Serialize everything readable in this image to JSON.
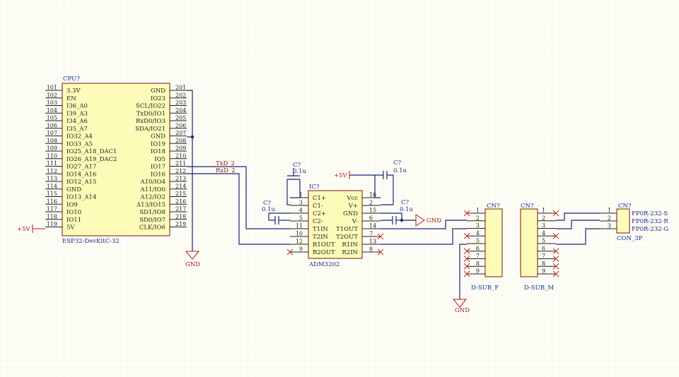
{
  "cpu": {
    "ref": "CPU?",
    "value": "ESP32-DevKitC-32",
    "left_pins": [
      {
        "num": "101",
        "name": "3.3V"
      },
      {
        "num": "102",
        "name": "EN"
      },
      {
        "num": "103",
        "name": "I36_A0"
      },
      {
        "num": "104",
        "name": "I39_A3"
      },
      {
        "num": "105",
        "name": "I34_A6"
      },
      {
        "num": "106",
        "name": "I35_A7"
      },
      {
        "num": "107",
        "name": "IO32_A4"
      },
      {
        "num": "108",
        "name": "IO33_A5"
      },
      {
        "num": "109",
        "name": "IO25_A18_DAC1"
      },
      {
        "num": "110",
        "name": "IO26_A19_DAC2"
      },
      {
        "num": "111",
        "name": "IO27_A17"
      },
      {
        "num": "112",
        "name": "IO14_A16"
      },
      {
        "num": "113",
        "name": "IO12_A15"
      },
      {
        "num": "114",
        "name": "GND"
      },
      {
        "num": "115",
        "name": "IO13_A14"
      },
      {
        "num": "116",
        "name": "IO9"
      },
      {
        "num": "117",
        "name": "IO10"
      },
      {
        "num": "118",
        "name": "IO11"
      },
      {
        "num": "119",
        "name": "5V"
      }
    ],
    "right_pins": [
      {
        "num": "201",
        "name": "GND"
      },
      {
        "num": "202",
        "name": "IO23"
      },
      {
        "num": "203",
        "name": "SCL/IO22"
      },
      {
        "num": "204",
        "name": "TxD0/IO1"
      },
      {
        "num": "205",
        "name": "RxD0/IO3"
      },
      {
        "num": "206",
        "name": "SDA/IO21"
      },
      {
        "num": "207",
        "name": "GND"
      },
      {
        "num": "208",
        "name": "IO19"
      },
      {
        "num": "209",
        "name": "IO18"
      },
      {
        "num": "210",
        "name": "IO5"
      },
      {
        "num": "211",
        "name": "IO17"
      },
      {
        "num": "212",
        "name": "IO16"
      },
      {
        "num": "213",
        "name": "A10/IO4"
      },
      {
        "num": "214",
        "name": "A11/IO0"
      },
      {
        "num": "215",
        "name": "A12/IO2"
      },
      {
        "num": "216",
        "name": "A13/IO15"
      },
      {
        "num": "217",
        "name": "SD1/IO8"
      },
      {
        "num": "218",
        "name": "SD0/IO7"
      },
      {
        "num": "219",
        "name": "CLK/IO6"
      }
    ]
  },
  "ic": {
    "ref": "IC?",
    "value": "ADM3202",
    "left_pins": [
      {
        "num": "1",
        "name": "C1+"
      },
      {
        "num": "3",
        "name": "C1-"
      },
      {
        "num": "4",
        "name": "C2+"
      },
      {
        "num": "5",
        "name": "C2-"
      },
      {
        "num": "11",
        "name": "T1IN"
      },
      {
        "num": "10",
        "name": "T2IN"
      },
      {
        "num": "12",
        "name": "R1OUT"
      },
      {
        "num": "9",
        "name": "R2OUT"
      }
    ],
    "right_pins": [
      {
        "num": "16",
        "name": "Vcc"
      },
      {
        "num": "2",
        "name": "V+"
      },
      {
        "num": "15",
        "name": "GND"
      },
      {
        "num": "6",
        "name": "V-"
      },
      {
        "num": "14",
        "name": "T1OUT"
      },
      {
        "num": "7",
        "name": "T2OUT"
      },
      {
        "num": "13",
        "name": "R1IN"
      },
      {
        "num": "8",
        "name": "R2IN"
      }
    ]
  },
  "caps": [
    {
      "ref": "C?",
      "value": "0.1u"
    },
    {
      "ref": "C?",
      "value": "0.1u"
    },
    {
      "ref": "C?",
      "value": "0.1u"
    },
    {
      "ref": "C?",
      "value": "0.1u"
    }
  ],
  "nets": {
    "txd": "TxD_2",
    "rxd": "RxD_2"
  },
  "power": {
    "v5": "+5V",
    "gnd": "GND"
  },
  "dsub_f": {
    "ref": "CN?",
    "value": "D-SUB_F",
    "pins": [
      "1",
      "2",
      "3",
      "4",
      "5",
      "6",
      "7",
      "8",
      "9"
    ]
  },
  "dsub_m": {
    "ref": "CN?",
    "value": "D-SUB_M",
    "pins": [
      "1",
      "2",
      "3",
      "4",
      "5",
      "6",
      "7",
      "8",
      "9"
    ]
  },
  "con3": {
    "ref": "CN?",
    "value": "CON_3P",
    "pins": [
      "1",
      "2",
      "3"
    ],
    "nets": [
      "FP0R-232-S",
      "FP0R-232-R",
      "FP0R-232-G"
    ]
  }
}
